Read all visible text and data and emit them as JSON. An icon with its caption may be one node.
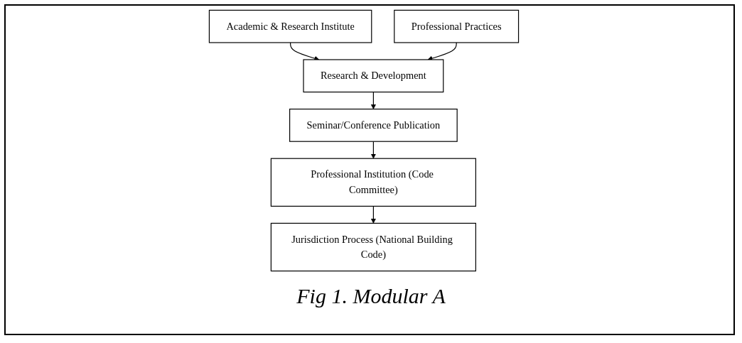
{
  "diagram": {
    "caption": "Fig 1. Modular A",
    "nodes": [
      {
        "text": [
          "Academic & Research Institute"
        ]
      },
      {
        "text": [
          "Research & Development"
        ]
      },
      {
        "text": [
          "Professional Practices"
        ]
      },
      {
        "text": [
          "Seminar/Conference Publication"
        ]
      },
      {
        "text": [
          "Professional Institution (Code Committee)"
        ]
      },
      {
        "text": [
          "Jurisdiction Process (National Building Code)"
        ]
      }
    ],
    "edges": [
      {
        "from": 0,
        "to": 1,
        "arrow": "to"
      },
      {
        "from": 2,
        "to": 1,
        "arrow": "to"
      },
      {
        "from": 1,
        "to": 3,
        "arrow": "to"
      },
      {
        "from": 3,
        "to": 4,
        "arrow": "to"
      },
      {
        "from": 4,
        "to": 5,
        "arrow": "to"
      }
    ]
  }
}
